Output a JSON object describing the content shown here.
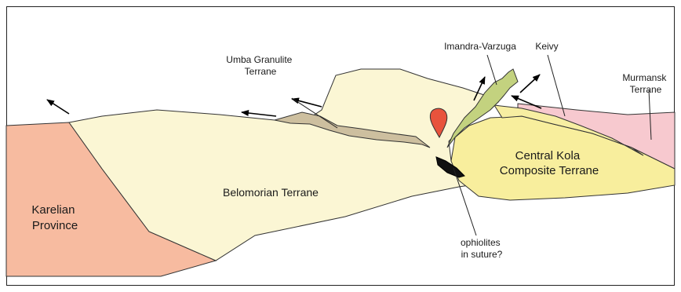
{
  "labels": {
    "karelian": [
      "Karelian",
      "Province"
    ],
    "belomorian": "Belomorian Terrane",
    "umba": [
      "Umba Granulite",
      "Terrane"
    ],
    "imandra": "Imandra-Varzuga",
    "keivy": "Keivy",
    "murmansk": [
      "Murmansk",
      "Terrane"
    ],
    "central_kola": [
      "Central Kola",
      "Composite Terrane"
    ],
    "ophiolites": [
      "ophiolites",
      "in suture?"
    ]
  },
  "colors": {
    "karelian": "#f7bba0",
    "belomorian": "#fbf6d4",
    "umba": "#cdbf9f",
    "imandra": "#c3d27f",
    "keivy": "#f7eea2",
    "central_kola": "#f8ee9d",
    "murmansk": "#f7c9cf",
    "intrusion": "#e8533c",
    "ophiolite": "#111111"
  }
}
